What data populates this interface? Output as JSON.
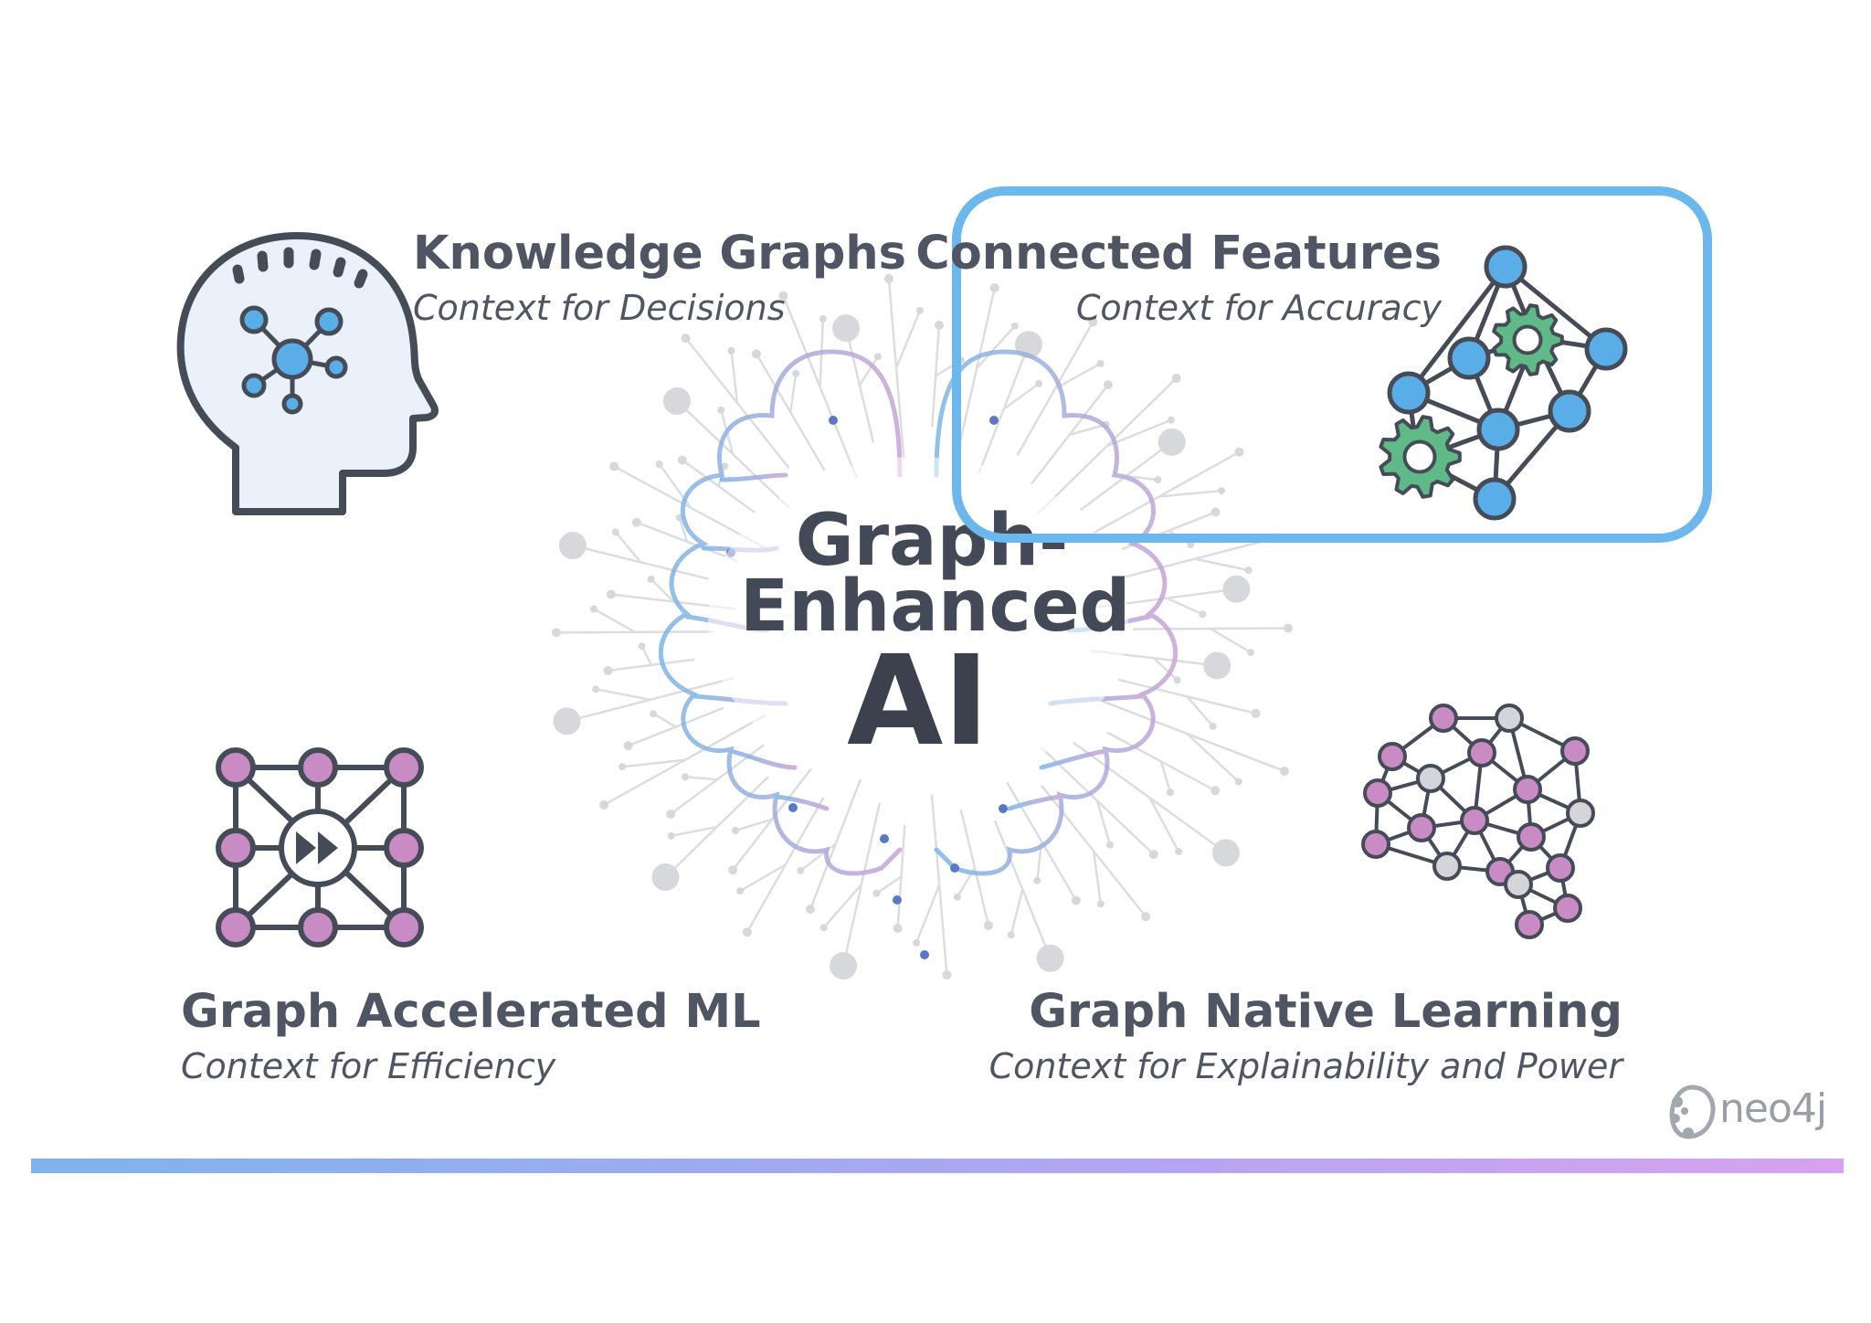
{
  "center": {
    "line1": "Graph-",
    "line2": "Enhanced",
    "line3": "AI"
  },
  "quadrants": {
    "knowledge_graphs": {
      "title": "Knowledge Graphs",
      "subtitle": "Context for Decisions"
    },
    "connected_features": {
      "title": "Connected Features",
      "subtitle": "Context for Accuracy"
    },
    "graph_accelerated_ml": {
      "title": "Graph Accelerated ML",
      "subtitle": "Context for Efficiency"
    },
    "graph_native_learning": {
      "title": "Graph Native Learning",
      "subtitle": "Context for Explainability and Power"
    }
  },
  "logo": {
    "text": "neo4j"
  },
  "colors": {
    "text": "#4f5563",
    "node_blue": "#5aaee8",
    "node_purple": "#c88bc4",
    "node_gray": "#d3d5d8",
    "gear_green": "#5fba87",
    "highlight": "#6cb8ec",
    "outline": "#464c57"
  },
  "icons": {
    "knowledge_graphs": "head-network-icon",
    "connected_features": "network-gears-icon",
    "graph_accelerated_ml": "grid-fast-forward-icon",
    "graph_native_learning": "brain-network-icon",
    "center": "brain-graph-icon"
  }
}
